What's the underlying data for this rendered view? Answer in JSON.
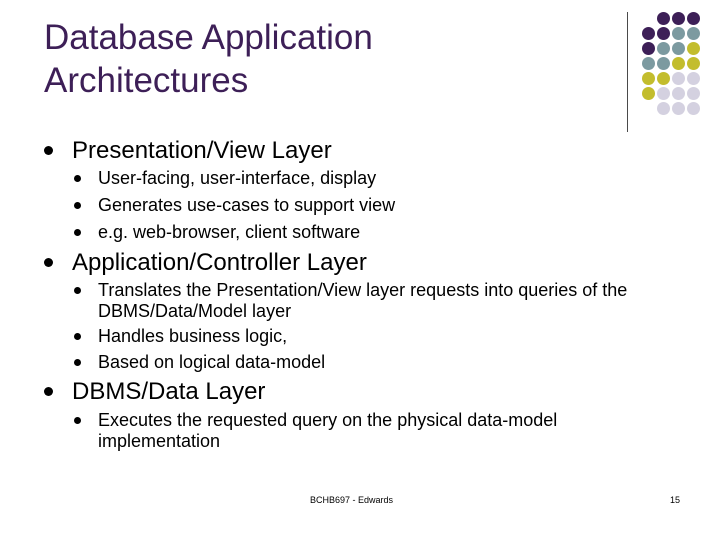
{
  "title": {
    "line1": "Database Application",
    "line2": "Architectures"
  },
  "sections": [
    {
      "heading": "Presentation/View Layer",
      "bullets": [
        "User-facing, user-interface, display",
        "Generates use-cases to support view",
        "e.g. web-browser, client software"
      ]
    },
    {
      "heading": "Application/Controller Layer",
      "bullets": [
        "Translates the Presentation/View layer requests into queries of the DBMS/Data/Model layer",
        "Handles business logic,",
        "Based on logical data-model"
      ]
    },
    {
      "heading": "DBMS/Data Layer",
      "bullets": [
        "Executes the requested query on the physical data-model implementation"
      ]
    }
  ],
  "footer": {
    "center": "BCHB697 - Edwards",
    "page": "15"
  },
  "colors": {
    "title": "#3d1f57",
    "dot_purple": "#3d1f57",
    "dot_teal": "#7c9aa0",
    "dot_olive": "#c3bd2d",
    "dot_lavender": "#d4d1e0"
  }
}
